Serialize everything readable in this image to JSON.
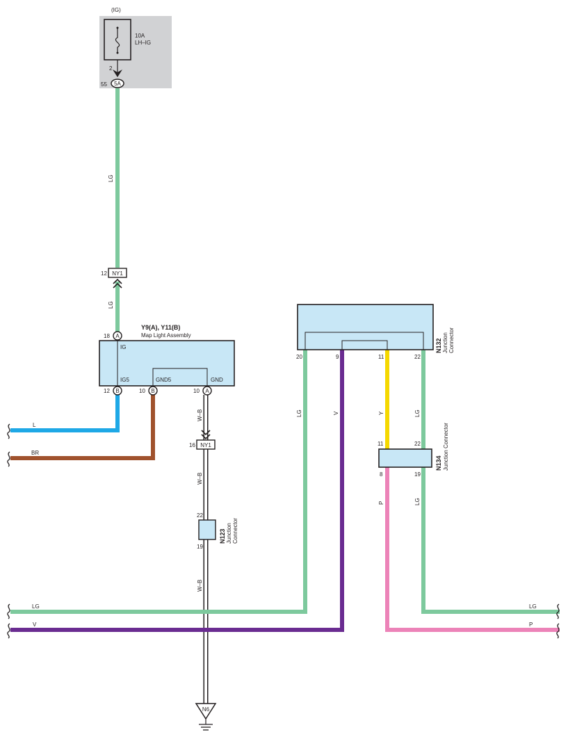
{
  "fuse_block": {
    "power_label": "(IG)",
    "fuse_amp": "10A",
    "fuse_name": "LH–IG",
    "fuse_pin": "2",
    "connector_id": "5A",
    "connector_pin": "55"
  },
  "wires": {
    "lg_main": "LG",
    "lg_lower": "LG",
    "w_b_1": "W–B",
    "w_b_2": "W–B",
    "w_b_3": "W–B",
    "lg_20": "LG",
    "v_9": "V",
    "y_11": "Y",
    "lg_22": "LG",
    "p_8": "P",
    "lg_19": "LG"
  },
  "ny1_top": {
    "id": "NY1",
    "pin": "12"
  },
  "ny1_bottom": {
    "id": "NY1",
    "pin": "16"
  },
  "map_light": {
    "title": "Y9(A), Y11(B)",
    "subtitle": "Map Light Assembly",
    "pin_top_num": "18",
    "pin_top_conn": "A",
    "label_ig": "IG",
    "label_ig5": "IG5",
    "label_gnd5": "GND5",
    "label_gnd": "GND",
    "pin_ig5_num": "12",
    "pin_ig5_conn": "B",
    "pin_gnd5_num": "10",
    "pin_gnd5_conn": "B",
    "pin_gnd_num": "10",
    "pin_gnd_conn": "A"
  },
  "n123": {
    "id": "N123",
    "name": "Junction\nConnector",
    "pin_top": "22",
    "pin_bottom": "19"
  },
  "n132": {
    "id": "N132",
    "name": "Junction\nConnector",
    "pins": [
      "20",
      "9",
      "11",
      "22"
    ]
  },
  "n134": {
    "id": "N134",
    "name": "Junction Connector",
    "pin_11": "11",
    "pin_22": "22",
    "pin_8": "8",
    "pin_19": "19"
  },
  "left_wires": {
    "l": "L",
    "br": "BR",
    "lg": "LG",
    "v": "V"
  },
  "right_wires": {
    "lg": "LG",
    "p": "P"
  },
  "ground": {
    "id": "N6"
  },
  "colors": {
    "LG": "#7dc99d",
    "L": "#1ea8e6",
    "BR": "#a0522d",
    "V": "#6a2c91",
    "Y": "#f5d800",
    "P": "#ec83b8",
    "W-B": "#ffffff",
    "component_fill": "#c8e7f6",
    "fuse_box_fill": "#d1d2d4",
    "outline": "#231f20"
  }
}
